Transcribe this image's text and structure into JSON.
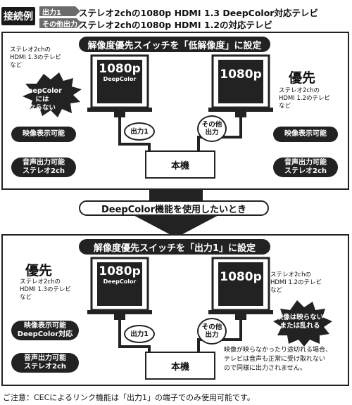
{
  "header": {
    "badge": "接続例",
    "out1_tag": "出力1",
    "out1_text": "ステレオ2chの1080p HDMI 1.3 DeepColor対応テレビ",
    "other_tag": "その他出力",
    "other_text": "ステレオ2chの1080p HDMI 1.2の対応テレビ"
  },
  "panel1": {
    "banner": "解像度優先スイッチを「低解像度」に設定",
    "left_tv_spec": [
      "ステレオ2chの",
      "HDMI 1.3のテレビ",
      "など"
    ],
    "left_tv_screen": {
      "res": "1080p",
      "sub": "DeepColor"
    },
    "burst": [
      "DeepColorには",
      "ならない"
    ],
    "pill_video": "映像表示可能",
    "pill_audio": [
      "音声出力可能",
      "ステレオ2ch"
    ],
    "right_tv_screen": {
      "res": "1080p"
    },
    "priority": "優先",
    "right_tv_spec": [
      "ステレオ2chの",
      "HDMI 1.2のテレビ",
      "など"
    ],
    "pill_video_right": "映像表示可能",
    "pill_audio_right": [
      "音声出力可能",
      "ステレオ2ch"
    ],
    "cable_left": "出力1",
    "cable_right": [
      "その他",
      "出力"
    ],
    "device": "本機"
  },
  "middle": {
    "label": "DeepColor機能を使用したいとき"
  },
  "panel2": {
    "banner": "解像度優先スイッチを「出力1」に設定",
    "priority": "優先",
    "left_tv_spec": [
      "ステレオ2chの",
      "HDMI 1.3のテレビ",
      "など"
    ],
    "left_tv_screen": {
      "res": "1080p",
      "sub": "DeepColor"
    },
    "pill_video": [
      "映像表示可能",
      "DeepColor対応"
    ],
    "pill_audio": [
      "音声出力可能",
      "ステレオ2ch"
    ],
    "right_tv_screen": {
      "res": "1080p"
    },
    "right_tv_spec": [
      "ステレオ2chの",
      "HDMI 1.2のテレビ",
      "など"
    ],
    "burst": [
      "映像は映らない",
      "または乱れる"
    ],
    "note": [
      "映像が映らなかったり途切れる場合、",
      "テレビは音声も正常に受け取れない",
      "ので同様に出力されません。"
    ],
    "cable_left": "出力1",
    "cable_right": [
      "その他",
      "出力"
    ],
    "device": "本機"
  },
  "footer": "ご注意：CECによるリンク機能は「出力1」の端子でのみ使用可能です。"
}
